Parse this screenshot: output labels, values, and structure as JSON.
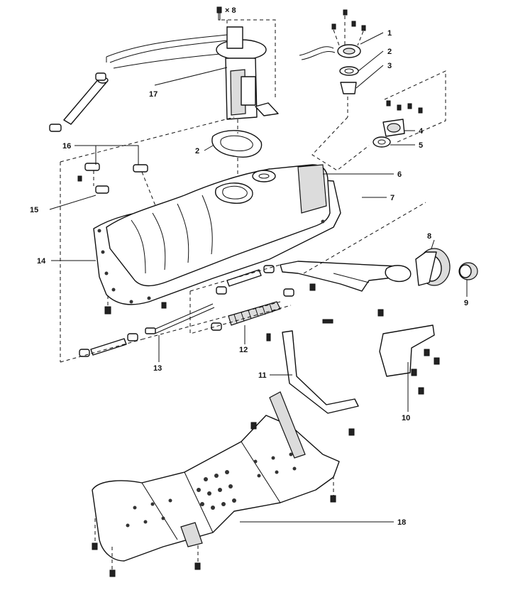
{
  "diagram": {
    "bolt_count_label": "× 8",
    "callouts": [
      "1",
      "2",
      "3",
      "4",
      "5",
      "6",
      "7",
      "8",
      "9",
      "10",
      "11",
      "12",
      "13",
      "14",
      "15",
      "16",
      "17",
      "18"
    ],
    "callout_2_repeat": "2"
  }
}
